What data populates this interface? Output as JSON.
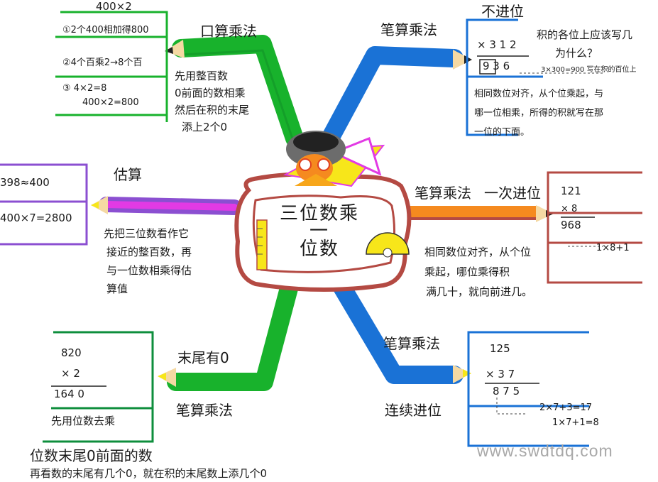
{
  "center": {
    "line1": "三位数乘",
    "line2": "一",
    "line3": "位数"
  },
  "branches": {
    "oral": {
      "title": "口算乘法",
      "note": [
        "先用整百数",
        "0前面的数相乘",
        "然后在积的末尾",
        "添上2个0"
      ],
      "box": [
        "400×2",
        "①2个400相加得800",
        "②4个百乘2→8个百",
        "③ 4×2=8",
        "400×2=800"
      ]
    },
    "no_carry": {
      "title": "笔算乘法",
      "box_title": "不进位",
      "calc": [
        "× 3 1 2",
        "9 3 6"
      ],
      "question": [
        "积的各位上应该写几",
        "为什么？"
      ],
      "calc_note": "3×300=900 写在积的百位上",
      "note": [
        "相同数位对齐，从个位乘起，与",
        "哪一位相乘，所得的积就写在那",
        "一位的下面。"
      ]
    },
    "estimate": {
      "title": "估算",
      "box": [
        "398≈400",
        "400×7=2800"
      ],
      "note": [
        "先把三位数看作它",
        "接近的整百数，再",
        "与一位数相乘得估",
        "算值"
      ]
    },
    "one_carry": {
      "title": "笔算乘法",
      "sub": "一次进位",
      "calc": [
        "121",
        "× 8",
        "968"
      ],
      "calc_note": "1×8+1",
      "note": [
        "相同数位对齐，从个位",
        "乘起，哪位乘得积",
        "满几十，就向前进几。"
      ]
    },
    "zero_end": {
      "title": "末尾有0",
      "sub": "笔算乘法",
      "calc": [
        "820",
        "× 2",
        "164 0"
      ],
      "rule": "先用位数去乘",
      "note": [
        "位数末尾0前面的数",
        "再看数的末尾有几个0，就在积的末尾数上添几个0"
      ]
    },
    "multi_carry": {
      "title": "笔算乘法",
      "sub": "连续进位",
      "calc": [
        "125",
        "× 3 7",
        "8 7 5"
      ],
      "calc_note": [
        "2×7+3=17",
        "1×7+1=8"
      ]
    }
  },
  "watermark": "www.swdtdq.com",
  "colors": {
    "green": "#18b22c",
    "dark_green": "#0e8e3c",
    "blue": "#1a72d6",
    "orange": "#f58a1f",
    "purple": "#8b4fd1",
    "magenta": "#e23ae4",
    "maroon": "#b44a43",
    "yellow": "#f7e61a",
    "pencil_tip": "#f5d9a3"
  },
  "icons": [
    "pencil-icon",
    "ruler-icon",
    "protractor-icon",
    "owl-icon"
  ]
}
